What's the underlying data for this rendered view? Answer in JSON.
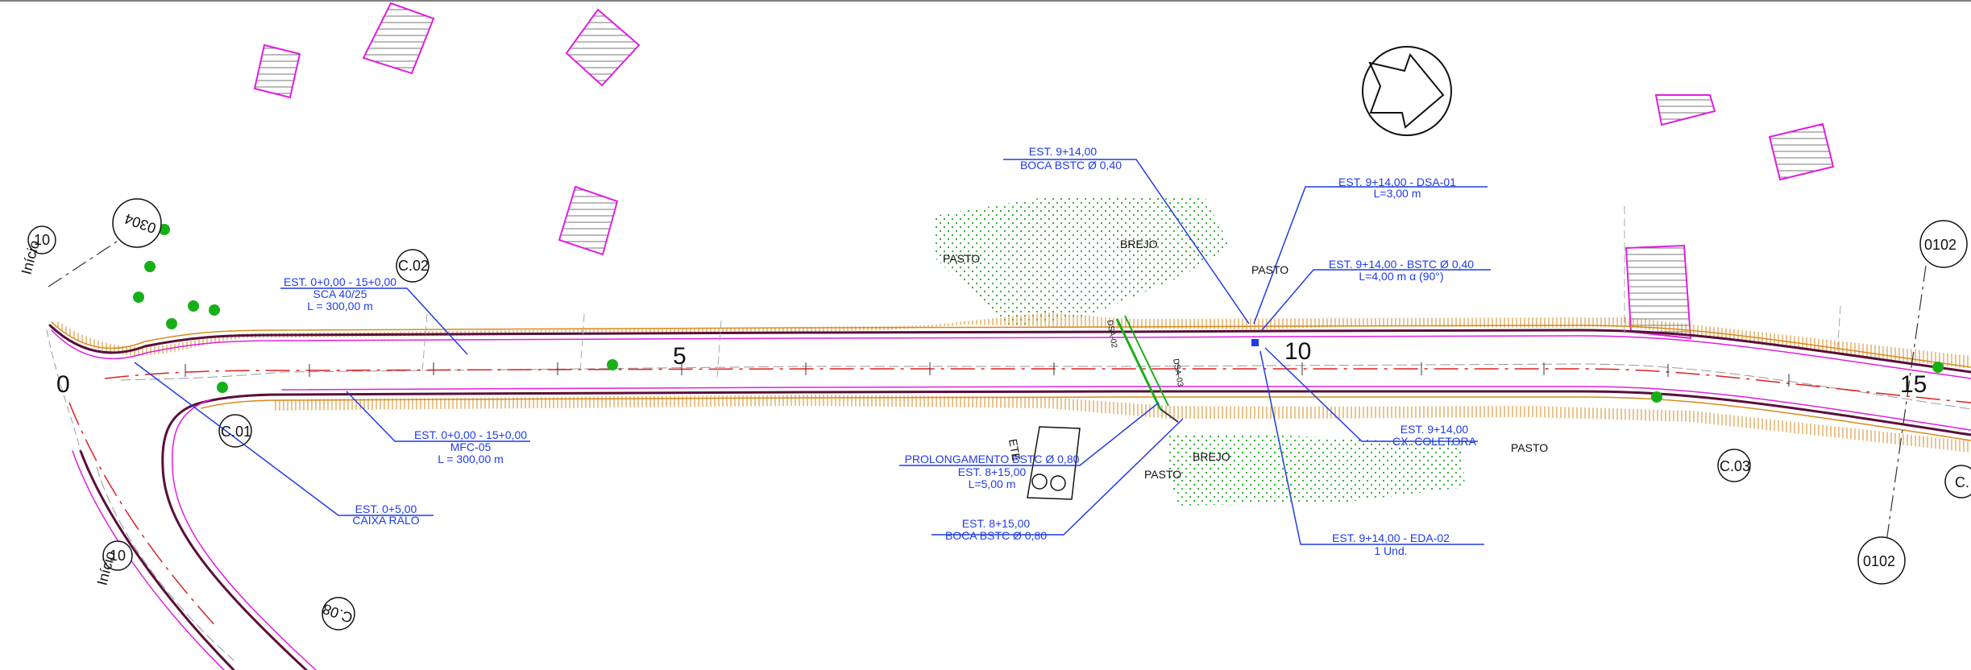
{
  "stations": {
    "s5": "5",
    "s10": "10",
    "s15": "15",
    "s0": "0"
  },
  "areas": {
    "pasto_1": "PASTO",
    "brejo_1": "BREJO",
    "pasto_2": "PASTO",
    "brejo_2": "BREJO",
    "pasto_3": "PASTO",
    "pasto_4": "PASTO"
  },
  "callouts": {
    "boca_040": {
      "line1": "EST. 9+14,00",
      "line2": "BOCA BSTC Ø 0,40"
    },
    "dsa01": {
      "line1": "EST. 9+14,00 - DSA-01",
      "line2": "L=3,00 m"
    },
    "bstc040": {
      "line1": "EST. 9+14,00 - BSTC Ø 0,40",
      "line2": "L=4,00 m α (90°)"
    },
    "sca": {
      "line1": "EST. 0+0,00 - 15+0,00",
      "line2": "SCA 40/25",
      "line3": "L = 300,00 m"
    },
    "mfc": {
      "line1": "EST. 0+0,00 - 15+0,00",
      "line2": "MFC-05",
      "line3": "L = 300,00 m"
    },
    "caixa_ralo": {
      "line1": "EST. 0+5,00",
      "line2": "CAIXA RALO"
    },
    "prolong": {
      "line1": "PROLONGAMENTO BSTC Ø 0,80",
      "line2": "EST. 8+15,00",
      "line3": "L=5,00 m"
    },
    "boca_080": {
      "line1": "EST. 8+15,00",
      "line2": "BOCA BSTC Ø 0,80"
    },
    "cx_coletora": {
      "line1": "EST. 9+14,00",
      "line2": "CX. COLETORA"
    },
    "eda02": {
      "line1": "EST. 9+14,00 - EDA-02",
      "line2": "1 Und."
    }
  },
  "circles": {
    "c01": "C.01",
    "c02": "C.02",
    "c03": "C.03",
    "c04": "C.",
    "c08": "C.08",
    "r0304": "0304",
    "r0102a": "0102",
    "r0102b": "0102",
    "r10a": "10",
    "r10b": "10"
  },
  "labels": {
    "inicio_top": "Início",
    "inicio_bottom": "Início",
    "ete": "ETE",
    "small_1": "DSA-02",
    "small_2": "DSA-03"
  },
  "colors": {
    "callout": "#1f3ce8",
    "road_edge": "#5a0f3a",
    "centerline": "#e02020",
    "embankment": "#d78a1e",
    "building": "#e01ee0",
    "vegetation": "#22aa22",
    "pipe": "#18b018"
  }
}
